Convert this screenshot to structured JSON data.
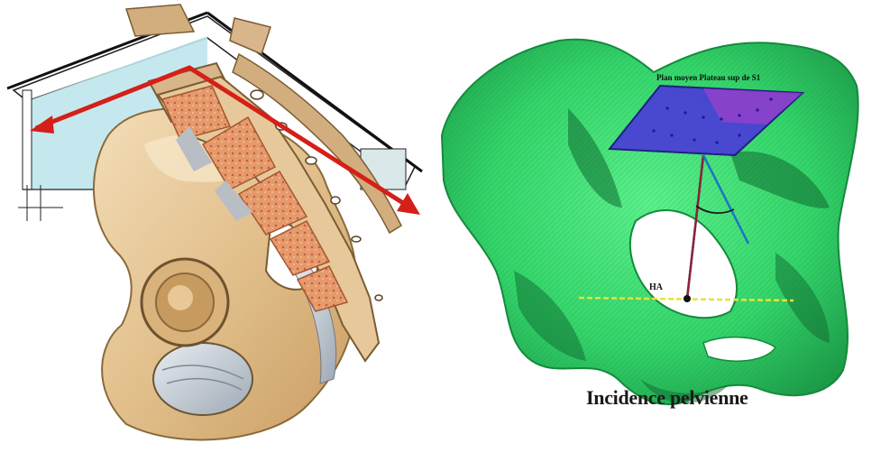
{
  "left_figure": {
    "arrow_color": "#d42018"
  },
  "right_figure": {
    "plane_label": "Plan moyen Plateau sup de S1",
    "point_label": "HA",
    "caption": "Incidence pelvienne",
    "plane_color": "#4a3cd8",
    "bone_color": "#3ee07a"
  }
}
